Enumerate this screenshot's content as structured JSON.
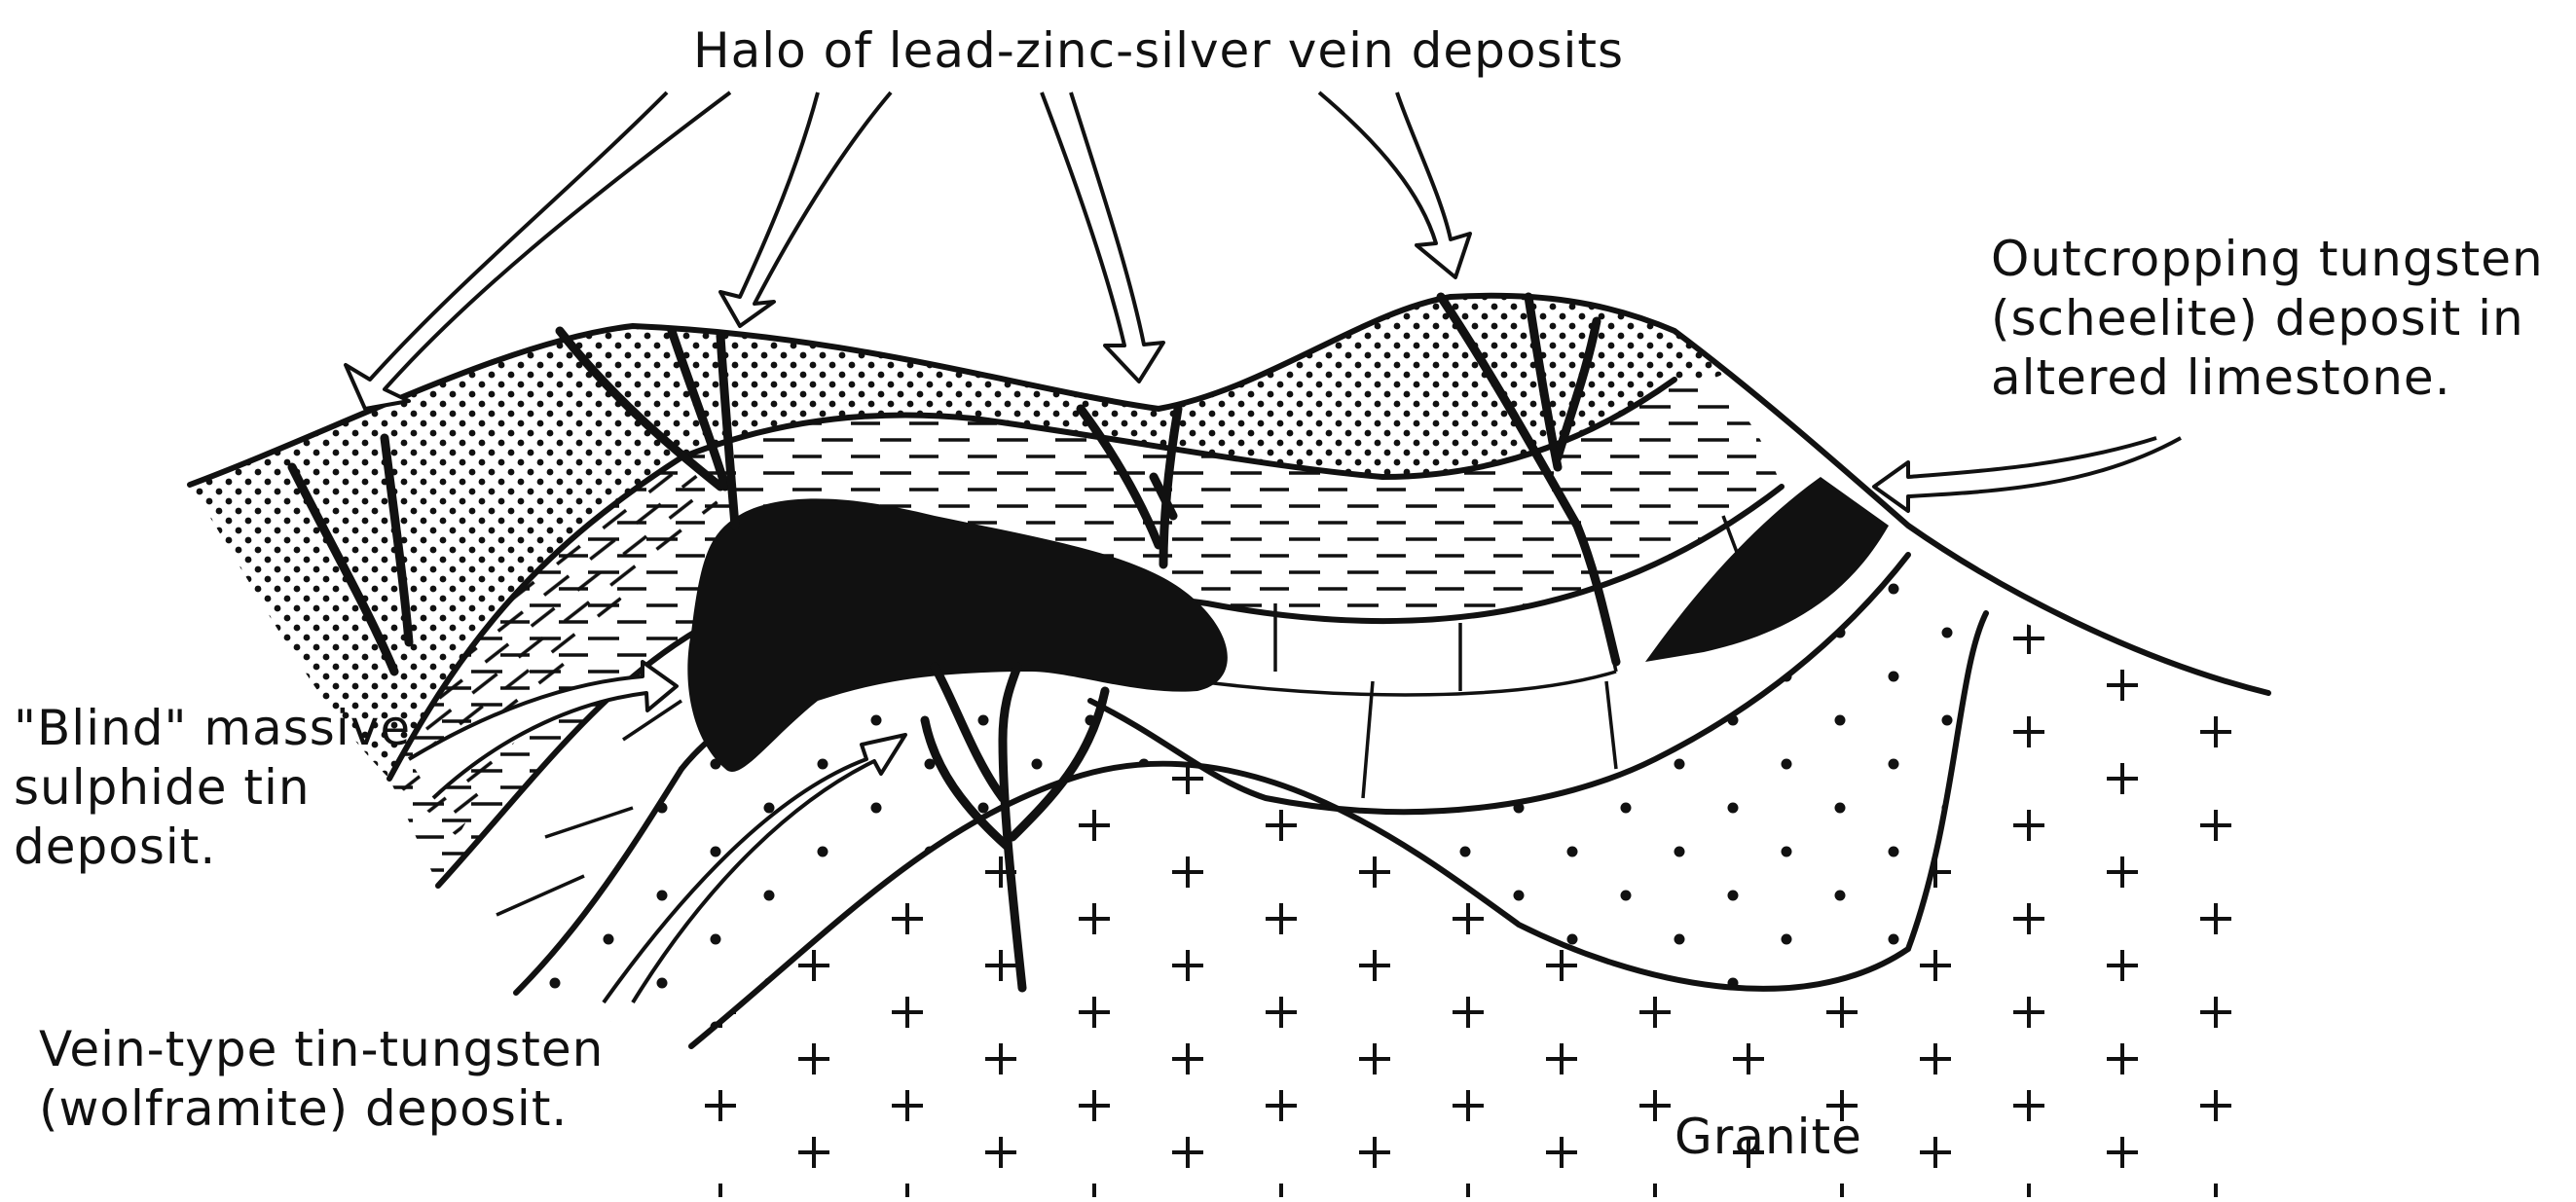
{
  "labels": {
    "halo": "Halo of lead-zinc-silver vein deposits",
    "outcrop": [
      "Outcropping tungsten",
      "(scheelite) deposit in",
      "altered limestone."
    ],
    "blind": [
      "\"Blind\" massive",
      "sulphide tin",
      "deposit."
    ],
    "vein": [
      "Vein-type tin-tungsten",
      "(wolframite) deposit."
    ],
    "granite": "Granite"
  },
  "colors": {
    "ink": "#111111",
    "paper": "#ffffff"
  }
}
